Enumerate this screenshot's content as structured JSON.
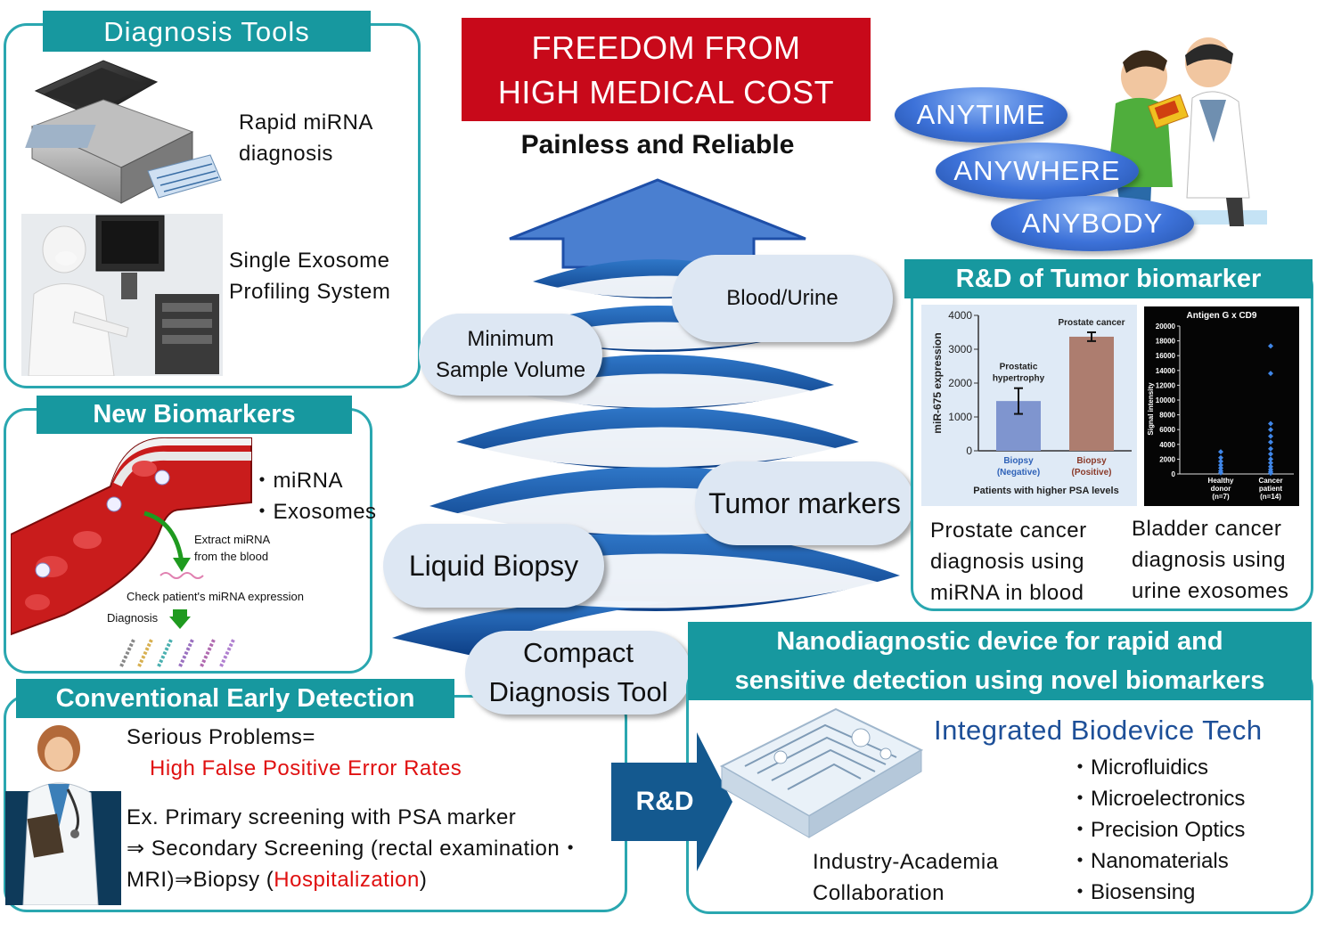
{
  "header": {
    "title_line1": "FREEDOM FROM",
    "title_line2": "HIGH MEDICAL COST",
    "subtitle": "Painless and Reliable",
    "title_color": "#c8091a"
  },
  "badges": [
    "ANYTIME",
    "ANYWHERE",
    "ANYBODY"
  ],
  "diagnosis_tools": {
    "tab": "Diagnosis Tools",
    "item1": [
      "Rapid miRNA",
      "diagnosis"
    ],
    "item2": [
      "Single Exosome",
      "Profiling System"
    ]
  },
  "new_biomarkers": {
    "tab": "New Biomarkers",
    "bullets": [
      "・miRNA",
      "・Exosomes"
    ],
    "illustration": {
      "extract": [
        "Extract miRNA",
        "from the blood"
      ],
      "check": "Check patient's miRNA expression",
      "diagnosis": "Diagnosis"
    }
  },
  "conventional": {
    "tab": "Conventional Early Detection",
    "problems": "Serious Problems=",
    "error_rates": "High False Positive Error Rates",
    "line1": "Ex. Primary screening with PSA marker",
    "line2": "⇒ Secondary Screening (rectal examination・",
    "line3_pre": "MRI)⇒Biopsy (",
    "line3_red": "Hospitalization",
    "line3_post": ")"
  },
  "spiral_bubbles": {
    "blood_urine": "Blood/Urine",
    "min_sample": [
      "Minimum",
      "Sample Volume"
    ],
    "tumor": "Tumor markers",
    "liquid": "Liquid Biopsy",
    "compact": [
      "Compact",
      "Diagnosis Tool"
    ]
  },
  "rd_tumor": {
    "tab": "R&D of Tumor biomarker",
    "caption_left": [
      "Prostate cancer",
      "diagnosis using",
      "miRNA in blood"
    ],
    "caption_right": [
      "Bladder cancer",
      "diagnosis using",
      "urine exosomes"
    ]
  },
  "nano": {
    "header": [
      "Nanodiagnostic device for rapid and",
      "sensitive detection using novel biomarkers"
    ],
    "arrow_label": "R&D",
    "tech_title": "Integrated Biodevice Tech",
    "tech_items": [
      "・Microfluidics",
      "・Microelectronics",
      "・Precision Optics",
      "・Nanomaterials",
      "・Biosensing"
    ],
    "collab": [
      "Industry-Academia",
      "Collaboration"
    ]
  },
  "chart_data": [
    {
      "type": "bar",
      "title": "",
      "ylabel": "miR-675 expression",
      "xlabel": "Patients with higher PSA levels",
      "ylim": [
        0,
        4000
      ],
      "yticks": [
        "4000",
        "3000",
        "2000",
        "1000",
        "0"
      ],
      "categories": [
        "Biopsy (Negative)",
        "Biopsy (Positive)"
      ],
      "category_lines": [
        [
          "Biopsy",
          "(Negative)"
        ],
        [
          "Biopsy",
          "(Positive)"
        ]
      ],
      "values": [
        1470,
        3370
      ],
      "errors": [
        380,
        130
      ],
      "annotations": [
        [
          "Prostatic",
          "hypertrophy"
        ],
        [
          "Prostate cancer"
        ]
      ],
      "colors": [
        "#7f95cf",
        "#ad7d6f"
      ]
    },
    {
      "type": "scatter",
      "title": "Antigen G x CD9",
      "ylabel": "Signal intensity",
      "ylim": [
        0,
        20000
      ],
      "yticks": [
        "20000",
        "18000",
        "16000",
        "14000",
        "12000",
        "10000",
        "8000",
        "6000",
        "4000",
        "2000",
        "0"
      ],
      "categories": [
        "Healthy donor (n=7)",
        "Cancer patient (n=14)"
      ],
      "category_lines": [
        [
          "Healthy",
          "donor",
          "(n=7)"
        ],
        [
          "Cancer",
          "patient",
          "(n=14)"
        ]
      ],
      "series": [
        {
          "name": "Healthy donor (n=7)",
          "values": [
            3000,
            2200,
            1700,
            1200,
            800,
            400,
            150
          ]
        },
        {
          "name": "Cancer patient (n=14)",
          "values": [
            17300,
            13600,
            6800,
            6000,
            5100,
            4300,
            3400,
            2700,
            2000,
            1500,
            1000,
            600,
            300,
            100
          ]
        }
      ],
      "point_color": "#3f86e8"
    }
  ]
}
